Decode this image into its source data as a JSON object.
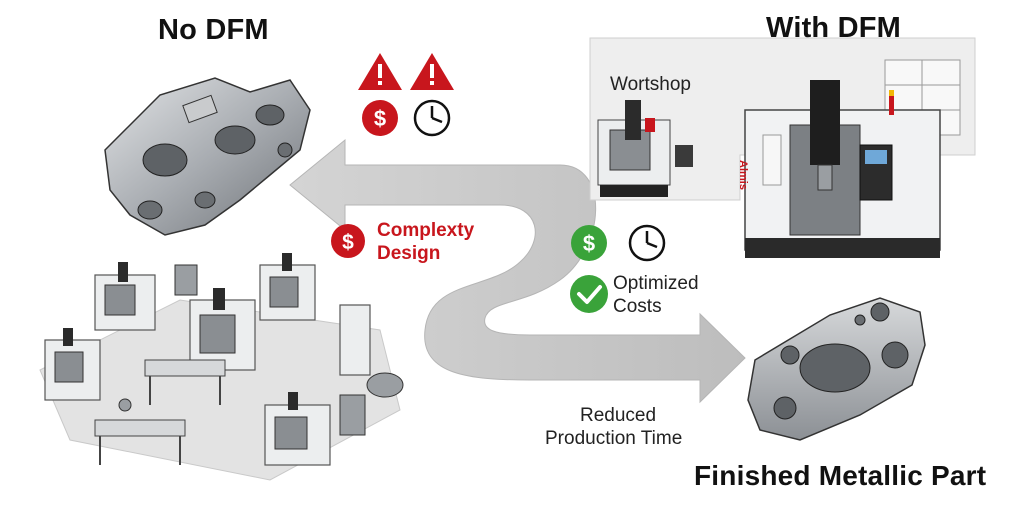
{
  "titles": {
    "no_dfm": "No DFM",
    "with_dfm": "With DFM",
    "finished_part": "Finished Metallic Part"
  },
  "labels": {
    "workshop": "Wortshop",
    "complexity": [
      "Complexty",
      "Design"
    ],
    "optimized": [
      "Optimized",
      "Costs"
    ],
    "reduced": [
      "Reduced",
      "Production Time"
    ],
    "machine_brand": "Almis"
  },
  "icons": {
    "warning": "warning-icon",
    "dollar": "dollar-icon",
    "clock": "clock-icon",
    "check": "check-icon"
  },
  "colors": {
    "warning_red": "#c8161d",
    "success_green": "#3aa33a",
    "arrow_gray": "#c9c9c9",
    "metal_gray": "#a9adb2"
  }
}
